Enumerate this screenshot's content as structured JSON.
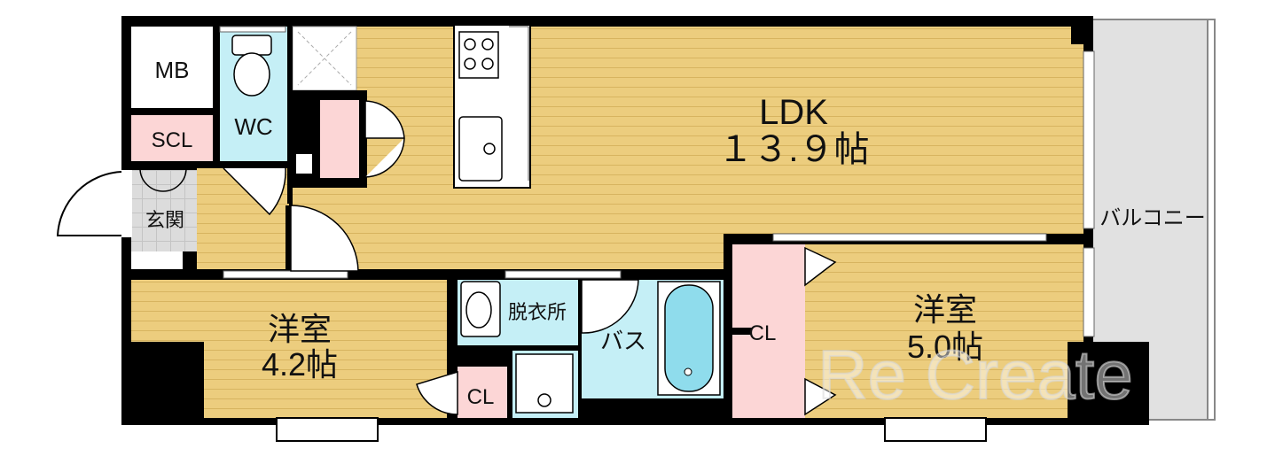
{
  "rooms": {
    "mb": "MB",
    "wc": "WC",
    "scl": "SCL",
    "entrance": "玄関",
    "ldk": {
      "name": "LDK",
      "size": "１３.９帖"
    },
    "balcony": "バルコニー",
    "western_left": {
      "name": "洋室",
      "size": "4.2帖"
    },
    "washroom": "脱衣所",
    "bath": "バス",
    "cl_small": "CL",
    "cl_right": "CL",
    "western_right": {
      "name": "洋室",
      "size": "5.0帖"
    }
  },
  "watermark": "Re Create",
  "colors": {
    "wood_floor": "#eccd7e",
    "wood_line": "#d7b460",
    "water_area": "#c5eff6",
    "storage": "#fcd6d6",
    "wall": "#000000",
    "balcony": "#e1e1e1",
    "entrance_tile": "#dcdcdc"
  }
}
